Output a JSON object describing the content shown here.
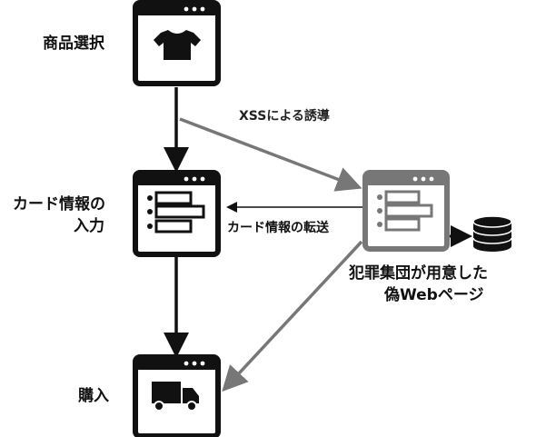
{
  "nodes": {
    "product": {
      "label": "商品選択"
    },
    "card_input": {
      "line1": "カード情報の",
      "line2": "入力"
    },
    "purchase": {
      "label": "購入"
    },
    "fake": {
      "line1": "犯罪集団が用意した",
      "line2": "偽Webページ"
    }
  },
  "edges": {
    "xss": {
      "label": "XSSによる誘導"
    },
    "card_transfer": {
      "label": "カード情報の転送"
    }
  },
  "colors": {
    "black": "#111111",
    "gray": "#777777",
    "fake_fill": "#ffffff"
  },
  "icons": {
    "product": "t-shirt-icon",
    "card_input": "form-icon",
    "purchase": "truck-icon",
    "fake": "form-icon",
    "database": "database-icon"
  }
}
